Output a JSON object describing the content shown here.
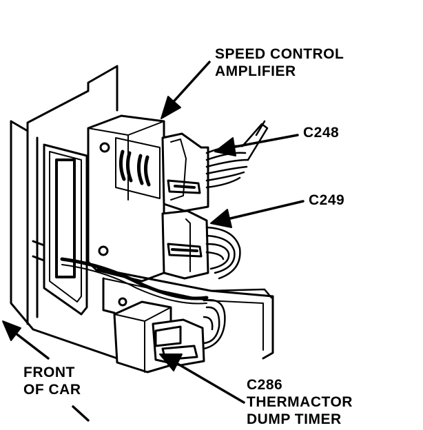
{
  "labels": {
    "speed_control": [
      "SPEED CONTROL",
      "AMPLIFIER"
    ],
    "c248": "C248",
    "c249": "C249",
    "front": [
      "FRONT",
      "OF CAR"
    ],
    "c286": [
      "C286",
      "THERMACTOR",
      "DUMP TIMER"
    ]
  },
  "colors": {
    "ink": "#000000",
    "paper": "#ffffff"
  }
}
